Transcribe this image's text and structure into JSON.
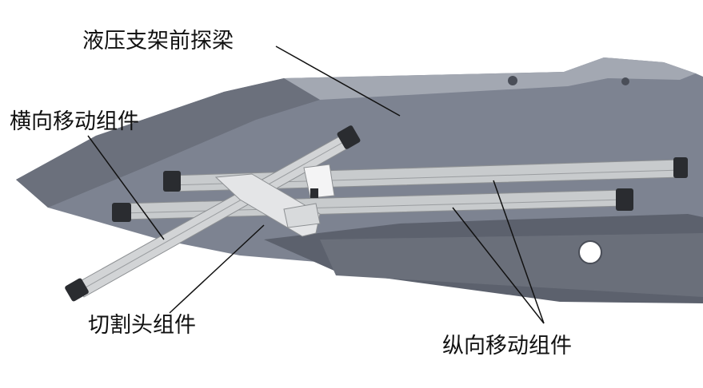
{
  "labels": {
    "beam": "液压支架前探梁",
    "transverse": "横向移动组件",
    "cutting_head": "切割头组件",
    "longitudinal": "纵向移动组件"
  },
  "colors": {
    "beam_top": "#7d8391",
    "beam_side": "#5c616d",
    "beam_dark": "#4a4e58",
    "rail": "#c8cbcd",
    "rail_edge": "#8d9093",
    "end_cap": "#2a2c30",
    "leader": "#111111"
  }
}
